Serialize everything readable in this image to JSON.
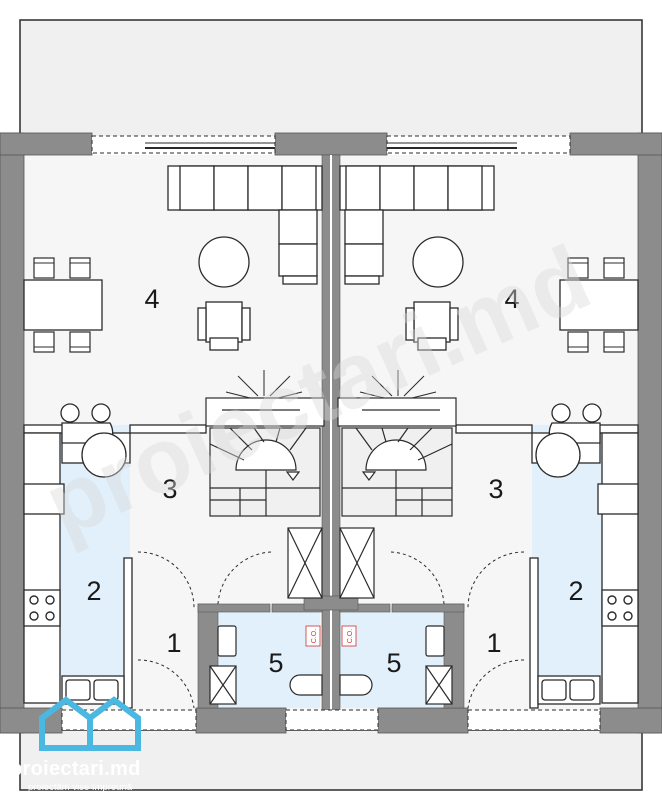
{
  "watermark": {
    "text": "proiectari.md"
  },
  "rooms": [
    {
      "id": "4",
      "label": "4"
    },
    {
      "id": "3",
      "label": "3"
    },
    {
      "id": "2",
      "label": "2"
    },
    {
      "id": "1",
      "label": "1"
    },
    {
      "id": "5",
      "label": "5"
    }
  ],
  "fixtures": {
    "chimney_label": "C.O."
  },
  "brand": {
    "name": "proiectari.md",
    "tagline": "proiectăm vise împreună",
    "logo_color": "#4ab8e0"
  },
  "colors": {
    "wall": "#8c8c8c",
    "floor": "#f6f6f6",
    "wet_zone": "#e1f0fa",
    "terrace": "#f0f0f0",
    "line": "#2b2b2b"
  }
}
